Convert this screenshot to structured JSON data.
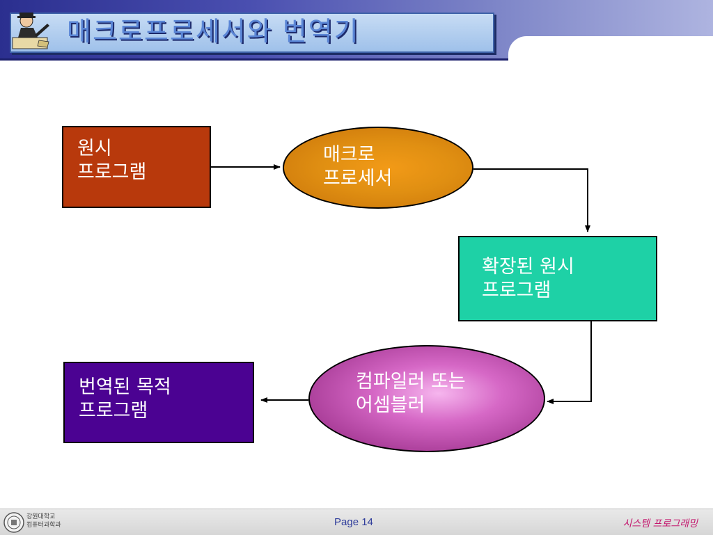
{
  "header": {
    "title": "매크로프로세서와 번역기",
    "logo_icon": "person-writing-icon"
  },
  "diagram": {
    "source": "원시\n프로그램",
    "macro_processor": "매크로\n프로세서",
    "expanded": "확장된 원시\n프로그램",
    "compiler": "컴파일러 또는\n어셈블러",
    "object": "번역된 목적\n프로그램"
  },
  "footer": {
    "university": "강원대학교\n컴퓨터과학과",
    "page": "Page 14",
    "course": "시스템 프로그래밍"
  },
  "colors": {
    "source_box": "#b8390c",
    "macro_ellipse": "#e08f12",
    "expanded_box": "#1ed1a6",
    "compiler_ellipse": "#c050b0",
    "object_box": "#4b0292"
  }
}
